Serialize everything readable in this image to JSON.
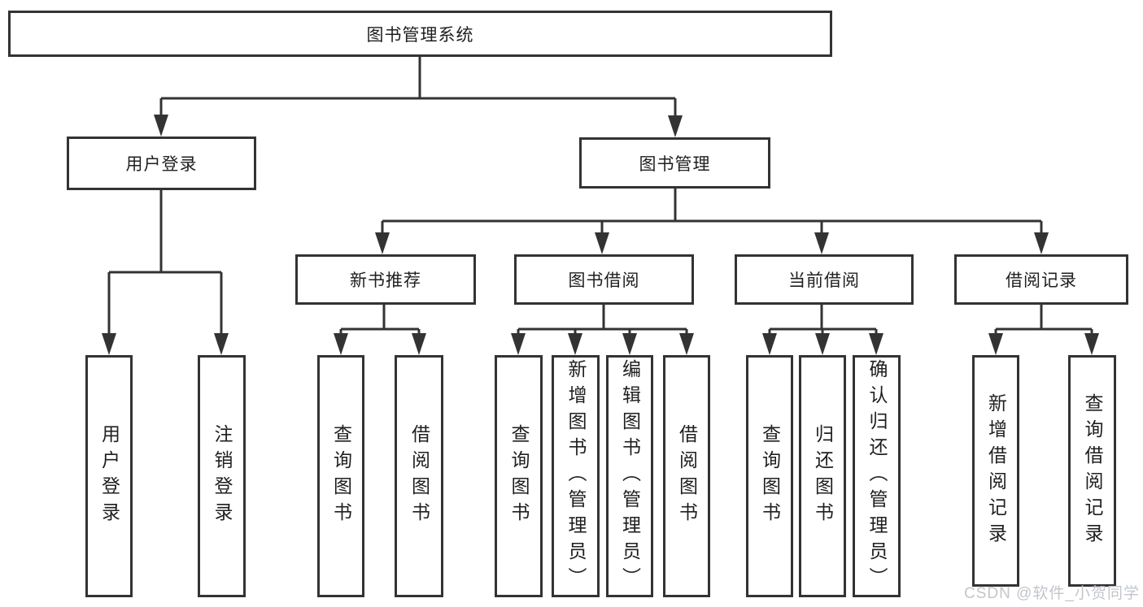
{
  "tree": {
    "root": {
      "label": "图书管理系统"
    },
    "children": [
      {
        "label": "用户登录",
        "children": [
          {
            "label": "用户登录"
          },
          {
            "label": "注销登录"
          }
        ]
      },
      {
        "label": "图书管理",
        "children": [
          {
            "label": "新书推荐",
            "children": [
              {
                "label": "查询图书"
              },
              {
                "label": "借阅图书"
              }
            ]
          },
          {
            "label": "图书借阅",
            "children": [
              {
                "label": "查询图书"
              },
              {
                "label": "新增图书（管理员）"
              },
              {
                "label": "编辑图书（管理员）"
              },
              {
                "label": "借阅图书"
              }
            ]
          },
          {
            "label": "当前借阅",
            "children": [
              {
                "label": "查询图书"
              },
              {
                "label": "归还图书"
              },
              {
                "label": "确认归还（管理员）"
              }
            ]
          },
          {
            "label": "借阅记录",
            "children": [
              {
                "label": "新增借阅记录"
              },
              {
                "label": "查询借阅记录"
              }
            ]
          }
        ]
      }
    ]
  },
  "watermark": {
    "label": "CSDN @软件_小贺同学"
  },
  "colors": {
    "line": "#333333",
    "box_border": "#333333",
    "text": "#1f1f1f",
    "background": "#ffffff",
    "watermark": "#c2c6cb"
  }
}
